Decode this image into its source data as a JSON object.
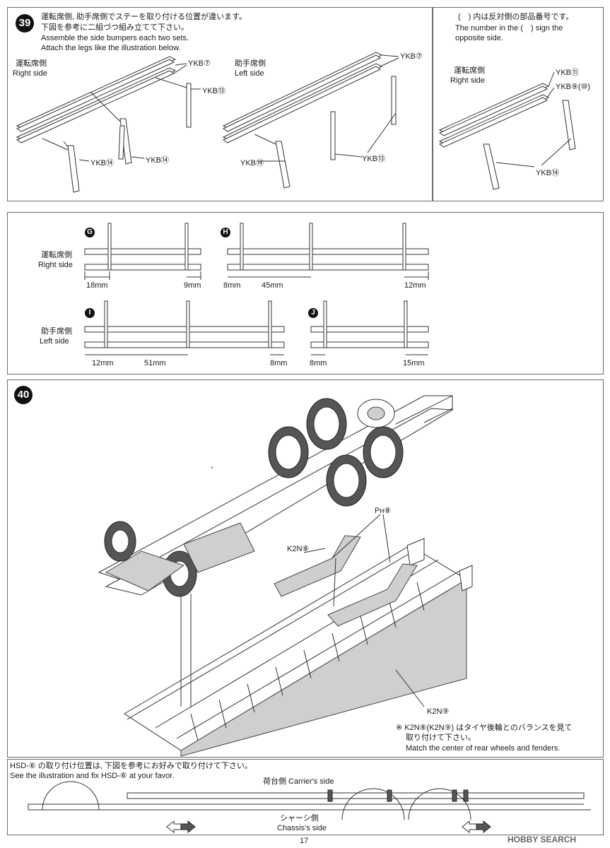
{
  "step39": {
    "number": "39",
    "instruction_jp": "運転席側, 助手席側でステーを取り付ける位置が違います。",
    "instruction_jp2": "下図を参考に二組づつ組み立てて下さい。",
    "instruction_en1": "Assemble the side bumpers each two sets.",
    "instruction_en2": "Attach the legs like the illustration below.",
    "right_jp": "運転席側",
    "right_en": "Right side",
    "left_jp": "助手席側",
    "left_en": "Left side",
    "parts": {
      "ykb7": "YKB⑦",
      "ykb13": "YKB⑬",
      "ykb14": "YKB⑭",
      "ykb11": "YKB⑪",
      "ykb9_10": "YKB⑨(⑩)"
    },
    "note_jp": "(　) 内は反対側の部品番号です。",
    "note_en1": "The number in the (　) sign the",
    "note_en2": "opposite side."
  },
  "positions": {
    "right_jp": "運転席側",
    "right_en": "Right side",
    "left_jp": "助手席側",
    "left_en": "Left side",
    "diagrams": [
      {
        "letter": "G",
        "dims": [
          "18mm",
          "9mm"
        ]
      },
      {
        "letter": "H",
        "dims": [
          "8mm",
          "45mm",
          "12mm"
        ]
      },
      {
        "letter": "I",
        "dims": [
          "12mm",
          "51mm",
          "8mm"
        ]
      },
      {
        "letter": "J",
        "dims": [
          "8mm",
          "15mm"
        ]
      }
    ]
  },
  "step40": {
    "number": "40",
    "part_ph8": "Pн⑧",
    "part_k2n8": "K2N⑧",
    "part_k2n9": "K2N⑨",
    "note_jp": "※ K2N⑧(K2N⑨) はタイヤ後輪とのバランスを見て",
    "note_jp2": "取り付けて下さい。",
    "note_en": "Match the center of rear wheels and fenders."
  },
  "hsd": {
    "instruction_jp": "HSD-⑥ の取り付け位置は, 下図を参考にお好みで取り付けて下さい。",
    "instruction_en": "See the illustration and fix HSD-⑥ at your favor.",
    "carrier": "荷台側 Carrier's side",
    "chassis_jp": "シャーシ側",
    "chassis_en": "Chassis's side"
  },
  "page_number": "17",
  "watermark": "HOBBY SEARCH"
}
